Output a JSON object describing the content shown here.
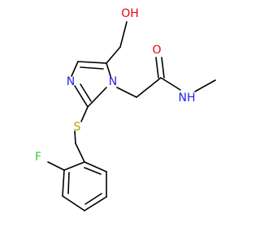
{
  "molecule": {
    "atoms": {
      "oh": {
        "text": "OH",
        "color": "#e8000b"
      },
      "o_carbonyl": {
        "text": "O",
        "color": "#e8000b"
      },
      "n_ring_top": {
        "text": "N",
        "color": "#2323e8"
      },
      "n_ring_left": {
        "text": "N",
        "color": "#2323e8"
      },
      "nh": {
        "text": "NH",
        "color": "#2323e8"
      },
      "s": {
        "text": "S",
        "color": "#b3a100"
      },
      "f": {
        "text": "F",
        "color": "#33cc33"
      }
    },
    "bond_color": "#000000"
  }
}
